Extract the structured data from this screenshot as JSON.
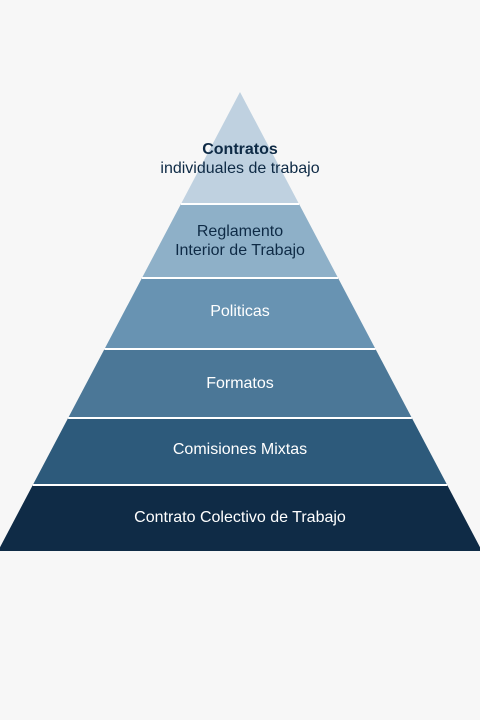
{
  "pyramid": {
    "levels": [
      {
        "lines": [
          "Contratos",
          "individuales de trabajo"
        ],
        "fill": "#bfd1e0",
        "text_color": "#0e2a45"
      },
      {
        "lines": [
          "Reglamento",
          "Interior de Trabajo"
        ],
        "fill": "#8eb0c8",
        "text_color": "#0e2a45"
      },
      {
        "lines": [
          "Politicas"
        ],
        "fill": "#6893b2",
        "text_color": "#ffffff"
      },
      {
        "lines": [
          "Formatos"
        ],
        "fill": "#4b7797",
        "text_color": "#ffffff"
      },
      {
        "lines": [
          "Comisiones Mixtas"
        ],
        "fill": "#2d5a7b",
        "text_color": "#ffffff"
      },
      {
        "lines": [
          "Contrato Colectivo de Trabajo"
        ],
        "fill": "#0f2b46",
        "text_color": "#ffffff"
      }
    ],
    "separator_color": "#ffffff"
  }
}
